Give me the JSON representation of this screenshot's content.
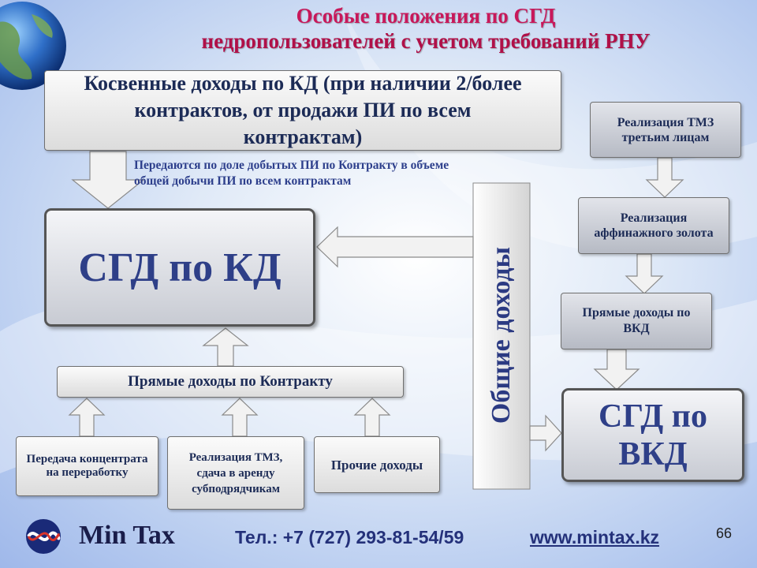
{
  "title": {
    "line1": "Особые положения по СГД",
    "line2": "недропользователей  с учетом требований РНУ"
  },
  "boxes": {
    "indirect_income": "Косвенные доходы по КД (при наличии 2/более контрактов, от продажи ПИ по всем контрактам)",
    "sgd_kd": "СГД по КД",
    "direct_income_contract": "Прямые доходы по Контракту",
    "transfer_concentrate": "Передача концентрата на переработку",
    "tmz_subcontractors": "Реализация ТМЗ, сдача в аренду субподрядчикам",
    "other_income": "Прочие доходы",
    "tmz_third_parties": "Реализация ТМЗ третьим лицам",
    "refined_gold": "Реализация аффинажного золота",
    "direct_income_vkd": "Прямые доходы по ВКД",
    "sgd_vkd": "СГД по ВКД"
  },
  "note": "Передаются по доле добытых ПИ по Контракту в объеме общей добычи ПИ по всем контрактам",
  "vertical_label": "Общие доходы",
  "footer": {
    "logo": "Min Tax",
    "phone": "Тел.: +7 (727) 293-81-54/59",
    "website": "www.mintax.kz",
    "page_number": "66"
  },
  "colors": {
    "title": "#c8185a",
    "box_text": "#1c2b56",
    "big_box_text": "#2e3f88",
    "arrow_fill": "#f2f2f2",
    "arrow_stroke": "#8a8a8a"
  }
}
